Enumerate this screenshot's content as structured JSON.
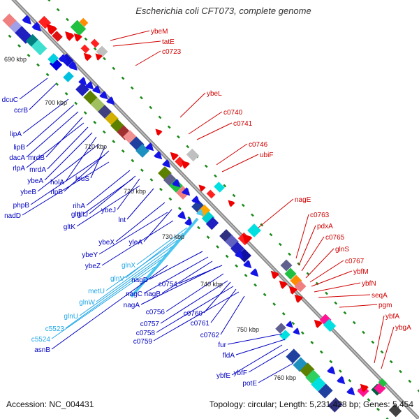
{
  "title": "Escherichia coli CFT073, complete genome",
  "footer": {
    "accession": "Accession: NC_004431",
    "summary": "Topology: circular; Length: 5,231,428 bp; Genes: 5,454"
  },
  "colors": {
    "forward_labels": "#0000c0",
    "forward_labels_light": "#22a8e8",
    "reverse_labels": "#d00000",
    "backbone": "#8a8a8a",
    "tick": "#1a8a1a"
  },
  "ruler": [
    {
      "label": "690 kbp"
    },
    {
      "label": "700 kbp"
    },
    {
      "label": "710 kbp"
    },
    {
      "label": "720 kbp"
    },
    {
      "label": "730 kbp"
    },
    {
      "label": "740 kbp"
    },
    {
      "label": "750 kbp"
    },
    {
      "label": "760 kbp"
    }
  ],
  "forward_genes": [
    {
      "name": "dcuC"
    },
    {
      "name": "ccrB"
    },
    {
      "name": "lipA"
    },
    {
      "name": "lipB"
    },
    {
      "name": "dacA"
    },
    {
      "name": "mrdB"
    },
    {
      "name": "rlpA"
    },
    {
      "name": "mrdA"
    },
    {
      "name": "ybeA"
    },
    {
      "name": "holA"
    },
    {
      "name": "leuS"
    },
    {
      "name": "ybeB"
    },
    {
      "name": "rlpB"
    },
    {
      "name": "phpB"
    },
    {
      "name": "nadD"
    },
    {
      "name": "rihA"
    },
    {
      "name": "gltJ"
    },
    {
      "name": "ybeJ"
    },
    {
      "name": "gltL"
    },
    {
      "name": "gltK"
    },
    {
      "name": "lnt"
    },
    {
      "name": "ybeX"
    },
    {
      "name": "ybeY"
    },
    {
      "name": "ybeZ"
    },
    {
      "name": "yleA"
    },
    {
      "name": "glnX"
    },
    {
      "name": "glnV"
    },
    {
      "name": "metU"
    },
    {
      "name": "glnW"
    },
    {
      "name": "glnU"
    },
    {
      "name": "c5523"
    },
    {
      "name": "c5524"
    },
    {
      "name": "asnB"
    },
    {
      "name": "nagD"
    },
    {
      "name": "nagC"
    },
    {
      "name": "nagB"
    },
    {
      "name": "nagA"
    },
    {
      "name": "c0754"
    },
    {
      "name": "c0756"
    },
    {
      "name": "c0757"
    },
    {
      "name": "c0758"
    },
    {
      "name": "c0759"
    },
    {
      "name": "c0760"
    },
    {
      "name": "c0761"
    },
    {
      "name": "c0762"
    },
    {
      "name": "fur"
    },
    {
      "name": "fldA"
    },
    {
      "name": "ybfE"
    },
    {
      "name": "ybfF"
    },
    {
      "name": "potE"
    }
  ],
  "reverse_genes": [
    {
      "name": "ybeM"
    },
    {
      "name": "tatE"
    },
    {
      "name": "c0723"
    },
    {
      "name": "ybeL"
    },
    {
      "name": "c0740"
    },
    {
      "name": "c0741"
    },
    {
      "name": "c0746"
    },
    {
      "name": "ubiF"
    },
    {
      "name": "nagE"
    },
    {
      "name": "c0763"
    },
    {
      "name": "pdxA"
    },
    {
      "name": "c0765"
    },
    {
      "name": "glnS"
    },
    {
      "name": "c0767"
    },
    {
      "name": "ybfM"
    },
    {
      "name": "ybfN"
    },
    {
      "name": "seqA"
    },
    {
      "name": "pgm"
    },
    {
      "name": "ybfA"
    },
    {
      "name": "ybgA"
    }
  ]
}
